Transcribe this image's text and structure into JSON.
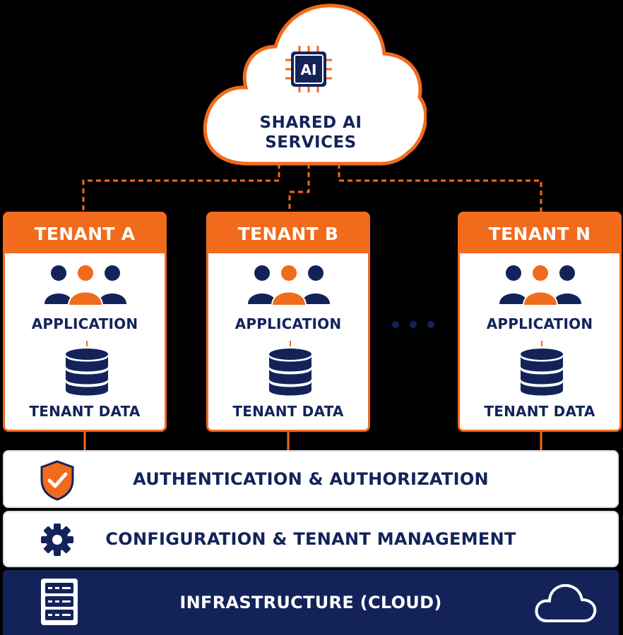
{
  "cloud": {
    "chip_label": "AI",
    "title_line1": "SHARED AI",
    "title_line2": "SERVICES",
    "chip_icon": "ai-chip-icon"
  },
  "tenants": [
    {
      "name": "TENANT A",
      "app_label": "APPLICATION",
      "data_label": "TENANT DATA"
    },
    {
      "name": "TENANT B",
      "app_label": "APPLICATION",
      "data_label": "TENANT DATA"
    },
    {
      "name": "TENANT N",
      "app_label": "APPLICATION",
      "data_label": "TENANT DATA"
    }
  ],
  "layers": {
    "auth": {
      "label": "AUTHENTICATION & AUTHORIZATION",
      "icon": "shield-check-icon"
    },
    "config": {
      "label": "CONFIGURATION & TENANT MANAGEMENT",
      "icon": "gear-icon"
    },
    "infra": {
      "label": "INFRASTRUCTURE (CLOUD)",
      "icon": "server-icon",
      "right_icon": "cloud-icon"
    }
  },
  "colors": {
    "accent": "#f26a1b",
    "navy": "#13235a",
    "background": "#000000"
  }
}
